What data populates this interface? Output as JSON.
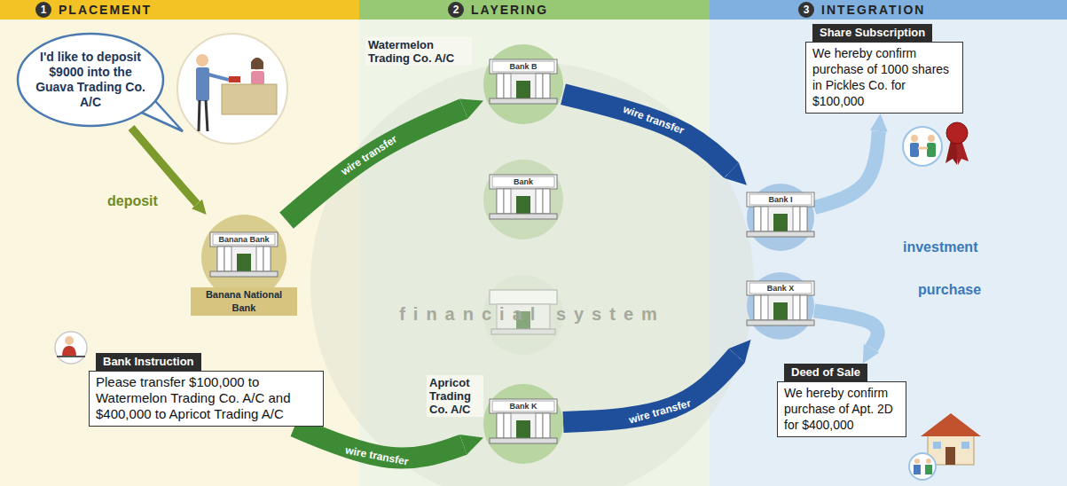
{
  "diagram": {
    "nodes": [
      {
        "text": [
          "1",
          "PLACEMENT"
        ]
      },
      {
        "text": [
          "2",
          "LAYERING"
        ]
      },
      {
        "text": [
          "3",
          "INTEGRATION"
        ]
      },
      {
        "text": [
          "I'd like to deposit $9000 into the Guava Trading Co. A/C"
        ]
      },
      {
        "text": [
          "Banana Bank",
          "Banana National Bank"
        ]
      },
      {
        "text": [
          "Bank Instruction",
          "Please transfer $100,000 to Watermelon Trading Co. A/C and $400,000 to Apricot Trading A/C"
        ]
      },
      {
        "text": [
          "Bank B",
          "Watermelon Trading Co. A/C"
        ]
      },
      {
        "text": [
          "Bank"
        ]
      },
      {
        "text": [
          "Bank K",
          "Apricot Trading Co. A/C"
        ]
      },
      {
        "text": [
          "Share Subscription",
          "We hereby confirm purchase of 1000 shares in Pickles Co. for $100,000"
        ]
      },
      {
        "text": [
          "Bank I"
        ]
      },
      {
        "text": [
          "Bank X"
        ]
      },
      {
        "text": [
          "Deed of Sale",
          "We hereby confirm purchase of Apt. 2D for $400,000"
        ]
      }
    ],
    "edges": [
      {
        "from": 3,
        "to": 4,
        "label": "deposit",
        "arrow": "to"
      },
      {
        "from": 4,
        "to": 6,
        "label": "wire transfer",
        "arrow": "to"
      },
      {
        "from": 5,
        "to": 8,
        "label": "wire transfer",
        "arrow": "to"
      },
      {
        "from": 6,
        "to": 10,
        "label": "wire transfer",
        "arrow": "to"
      },
      {
        "from": 8,
        "to": 11,
        "label": "wire transfer",
        "arrow": "to"
      },
      {
        "from": 10,
        "to": 9,
        "label": "investment",
        "arrow": "to"
      },
      {
        "from": 11,
        "to": 12,
        "label": "purchase",
        "arrow": "to"
      }
    ],
    "labels": [
      "financial system"
    ]
  }
}
